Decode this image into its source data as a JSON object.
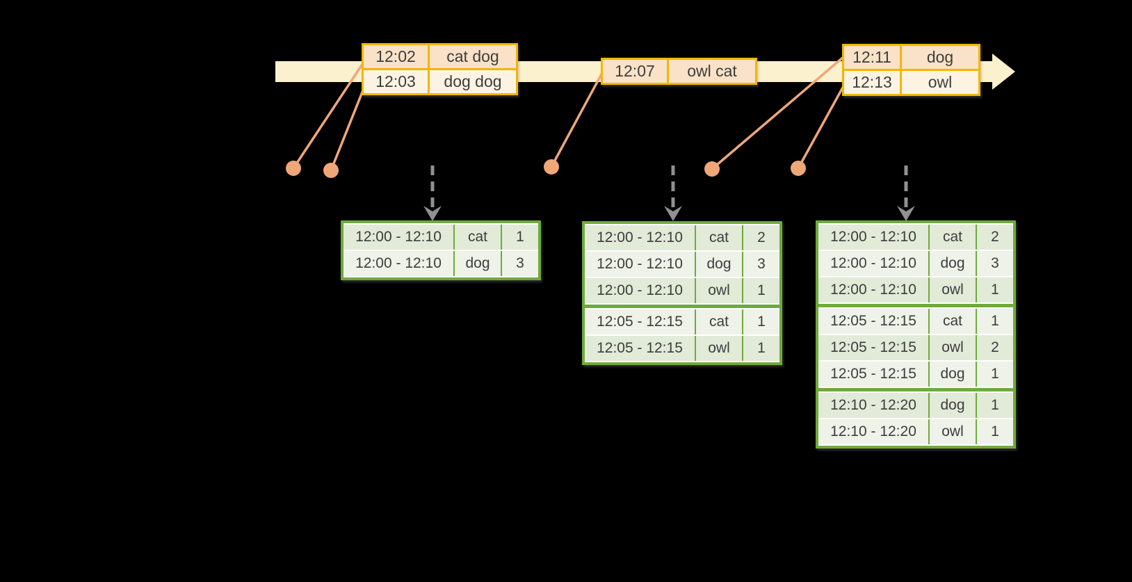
{
  "colors": {
    "background": "#000000",
    "timeline_band": "#fbf1ce",
    "event_table_border": "#f2b600",
    "event_row_peach": "#f9e2c7",
    "event_row_cream": "#fdf3e3",
    "connector_salmon": "#efa778",
    "trigger_arrow_gray": "#919191",
    "result_table_border": "#6faa3c",
    "result_row_dark": "#e2ead8",
    "result_row_light": "#eef2e8",
    "text": "#3d3d3d"
  },
  "event_tables": [
    {
      "rows": [
        {
          "time": "12:02",
          "words": "cat dog"
        },
        {
          "time": "12:03",
          "words": "dog dog"
        }
      ]
    },
    {
      "rows": [
        {
          "time": "12:07",
          "words": "owl cat"
        }
      ]
    },
    {
      "rows": [
        {
          "time": "12:11",
          "words": "dog"
        },
        {
          "time": "12:13",
          "words": "owl"
        }
      ]
    }
  ],
  "result_tables": [
    {
      "rows": [
        {
          "window": "12:00 - 12:10",
          "word": "cat",
          "count": "1"
        },
        {
          "window": "12:00 - 12:10",
          "word": "dog",
          "count": "3"
        }
      ]
    },
    {
      "rows": [
        {
          "window": "12:00 - 12:10",
          "word": "cat",
          "count": "2"
        },
        {
          "window": "12:00 - 12:10",
          "word": "dog",
          "count": "3"
        },
        {
          "window": "12:00 - 12:10",
          "word": "owl",
          "count": "1"
        },
        {
          "window": "12:05 - 12:15",
          "word": "cat",
          "count": "1"
        },
        {
          "window": "12:05 - 12:15",
          "word": "owl",
          "count": "1"
        }
      ]
    },
    {
      "rows": [
        {
          "window": "12:00 - 12:10",
          "word": "cat",
          "count": "2"
        },
        {
          "window": "12:00 - 12:10",
          "word": "dog",
          "count": "3"
        },
        {
          "window": "12:00 - 12:10",
          "word": "owl",
          "count": "1"
        },
        {
          "window": "12:05 - 12:15",
          "word": "cat",
          "count": "1"
        },
        {
          "window": "12:05 - 12:15",
          "word": "owl",
          "count": "2"
        },
        {
          "window": "12:05 - 12:15",
          "word": "dog",
          "count": "1"
        },
        {
          "window": "12:10 - 12:20",
          "word": "dog",
          "count": "1"
        },
        {
          "window": "12:10 - 12:20",
          "word": "owl",
          "count": "1"
        }
      ]
    }
  ]
}
